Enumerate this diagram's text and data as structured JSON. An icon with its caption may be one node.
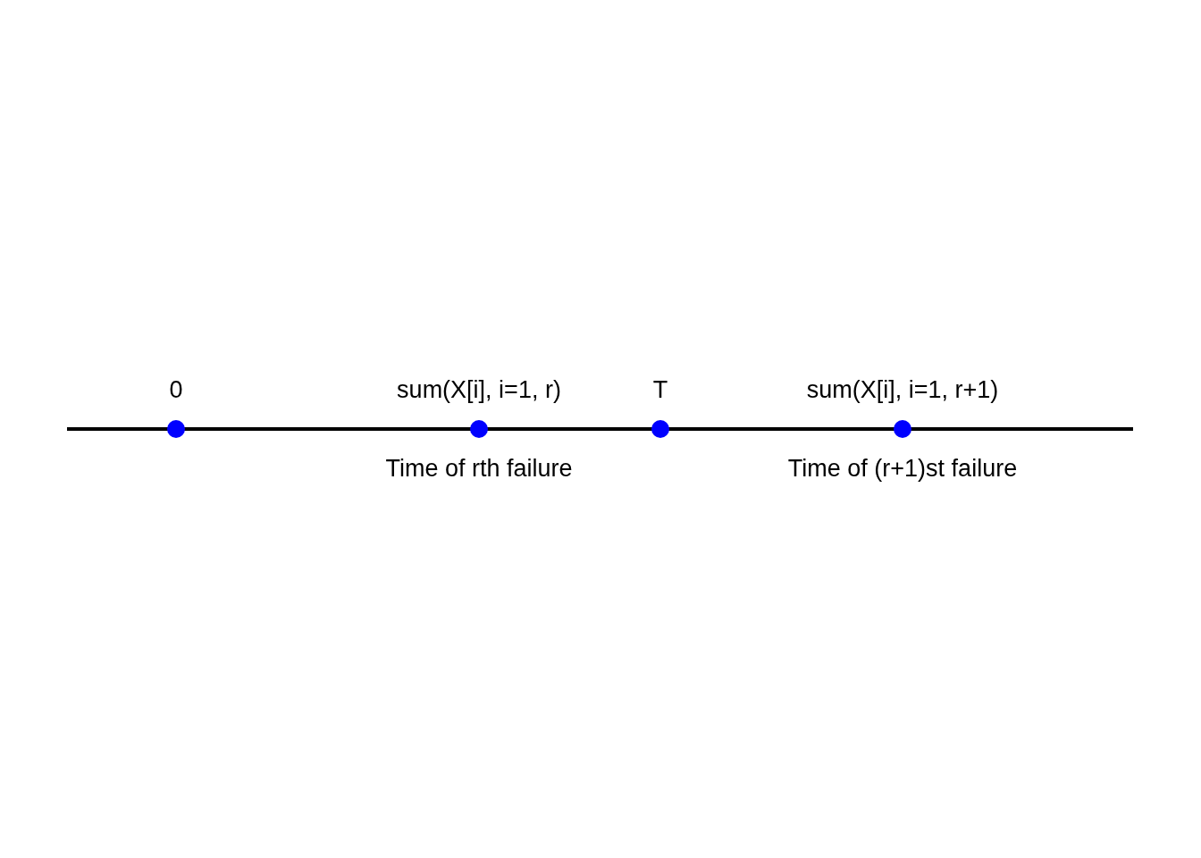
{
  "diagram": {
    "nodes": [
      {
        "text": [],
        "shape": "circle",
        "beside": [
          "0"
        ]
      },
      {
        "text": [],
        "shape": "circle",
        "beside": [
          "sum(X[i], i=1, r)",
          "Time of rth failure"
        ]
      },
      {
        "text": [],
        "shape": "circle",
        "beside": [
          "T"
        ]
      },
      {
        "text": [],
        "shape": "circle",
        "beside": [
          "sum(X[i], i=1, r+1)",
          "Time of (r+1)st failure"
        ]
      }
    ]
  }
}
